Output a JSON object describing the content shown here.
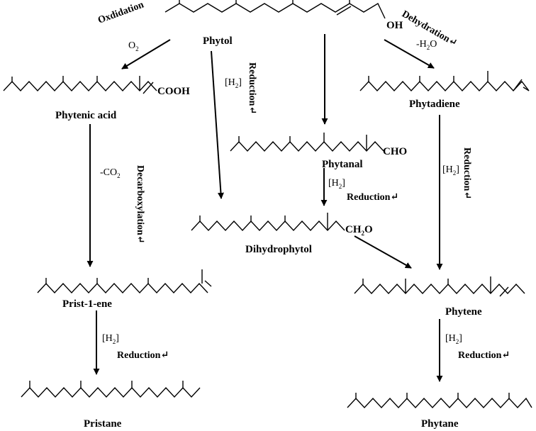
{
  "compounds": {
    "phytol": {
      "name": "Phytol",
      "group": "OH"
    },
    "phytenic_acid": {
      "name": "Phytenic acid",
      "group": "COOH"
    },
    "phytadiene": {
      "name": "Phytadiene"
    },
    "phytanal": {
      "name": "Phytanal",
      "group": "CHO"
    },
    "dihydrophytol": {
      "name": "Dihydrophytol",
      "group": "CH",
      "group_sub": "2",
      "group_tail": "O"
    },
    "prist1ene": {
      "name": "Prist-1-ene"
    },
    "phytene": {
      "name": "Phytene"
    },
    "pristane": {
      "name": "Pristane"
    },
    "phytane": {
      "name": "Phytane"
    }
  },
  "conditions": {
    "oxidation": "Oxdidation",
    "o2": {
      "main": "O",
      "sub": "2"
    },
    "dehydration": "Dehydration",
    "minus_h2o": {
      "main": "-H",
      "sub": "2",
      "tail": "O"
    },
    "h2_open": "[H",
    "h2_sub": "2",
    "h2_close": "]",
    "reduction": "Reduction",
    "reduction_mark": "↵",
    "minus_co2": {
      "main": "-CO",
      "sub": "2"
    },
    "decarboxylation": "Decarboxylation"
  }
}
